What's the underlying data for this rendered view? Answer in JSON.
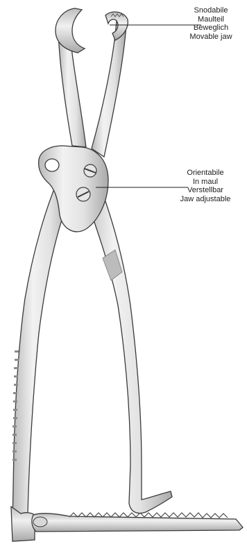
{
  "callouts": {
    "movable_jaw": {
      "lines": [
        "Snodabile",
        "Maulteil",
        "Beweglich",
        "Movable jaw"
      ]
    },
    "jaw_adjustable": {
      "lines": [
        "Orientabile",
        "In maul",
        "Verstellbar",
        "Jaw adjustable"
      ]
    }
  },
  "colors": {
    "steel_light": "#f1f1f1",
    "steel_mid": "#d4d4d4",
    "steel_dark": "#a2a2a2",
    "outline": "#3a3a3a",
    "leader": "#1c1c1c"
  }
}
